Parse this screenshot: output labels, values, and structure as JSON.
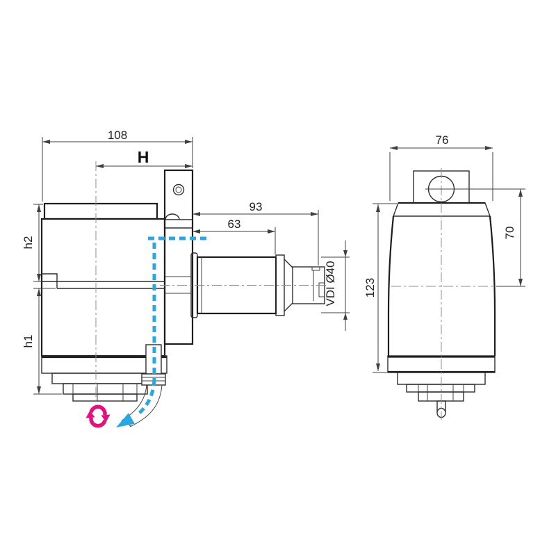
{
  "drawing": {
    "type": "technical-drawing-tool-holder",
    "colors": {
      "line": "#2e2e2e",
      "coolant_blue": "#2aa7de",
      "rotation_magenta": "#e1127d"
    },
    "side_view": {
      "dims": {
        "overall_width": "108",
        "center_offset": "H",
        "shank_length_total": "93",
        "shank_length_to_groove": "63",
        "height_upper": "h2",
        "height_lower": "h1",
        "shank_spec": "VDI Ø40"
      }
    },
    "front_view": {
      "dims": {
        "overall_width": "76",
        "shank_center_offset": "70",
        "overall_height": "123"
      }
    },
    "icons": {
      "rotation": "rotation-direction",
      "coolant_arrow": "coolant-flow-direction",
      "coolant_path": "coolant-path"
    }
  }
}
